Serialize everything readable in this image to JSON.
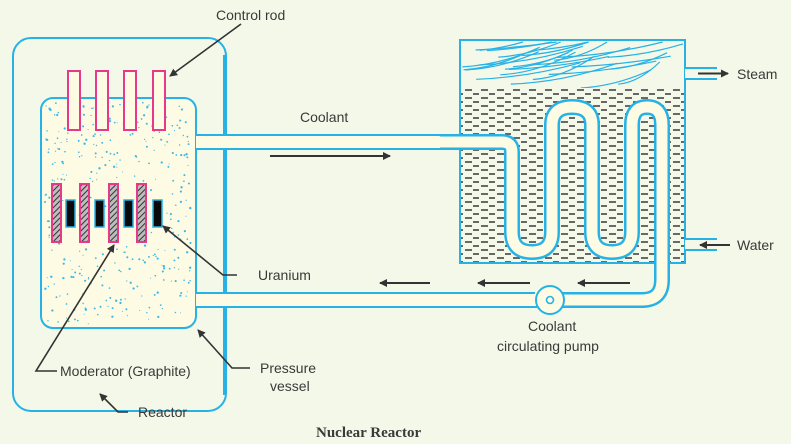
{
  "title": "Nuclear Reactor",
  "colors": {
    "background": "#f4f8e8",
    "pipe_outline": "#27b2e6",
    "pipe_fill": "#fdfbe4",
    "control_rod": "#e8388a",
    "uranium": "#0a0a0a",
    "arrow": "#333333",
    "text": "#3a3a3a"
  },
  "labels": {
    "control_rod": "Control rod",
    "coolant": "Coolant",
    "steam": "Steam",
    "water": "Water",
    "uranium": "Uranium",
    "pump_line1": "Coolant",
    "pump_line2": "circulating pump",
    "moderator": "Moderator (Graphite)",
    "pressure_line1": "Pressure",
    "pressure_line2": "vessel",
    "reactor": "Reactor"
  },
  "components": {
    "control_rods": 4,
    "moderator_rods": 4,
    "uranium_rods": 4,
    "coil_loops": 2
  },
  "flow_arrows": {
    "coolant_out": "right",
    "coolant_return": [
      "left",
      "left",
      "left"
    ],
    "steam": "right",
    "water": "left"
  }
}
